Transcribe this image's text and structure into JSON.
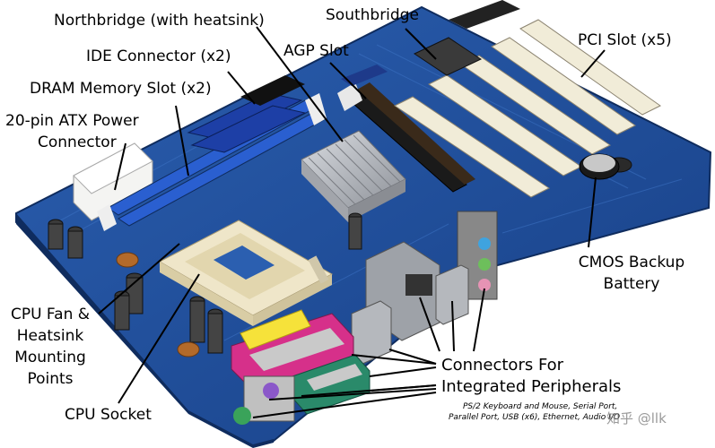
{
  "labels": {
    "northbridge": "Northbridge (with heatsink)",
    "southbridge": "Southbridge",
    "ide": "IDE Connector (x2)",
    "agp": "AGP Slot",
    "pci": "PCI Slot (x5)",
    "dram": "DRAM Memory Slot (x2)",
    "atx_line1": "20-pin ATX Power",
    "atx_line2": "Connector",
    "cmos_line1": "CMOS Backup",
    "cmos_line2": "Battery",
    "cpufan_line1": "CPU Fan &",
    "cpufan_line2": "Heatsink",
    "cpufan_line3": "Mounting",
    "cpufan_line4": "Points",
    "connectors_line1": "Connectors For",
    "connectors_line2": "Integrated Peripherals",
    "connectors_note1": "PS/2 Keyboard and Mouse, Serial Port,",
    "connectors_note2": "Parallel Port, USB (x6), Ethernet, Audio I/O",
    "cpu_socket": "CPU Socket"
  },
  "watermark": "知乎 @llk",
  "colors": {
    "board": "#1f4f9c",
    "board_dark": "#153a78",
    "slot_white": "#f1ecd8",
    "slot_blue": "#2a5fd0",
    "agp": "#1a1a1a",
    "heatsink": "#b9bcc2",
    "socket": "#efe6c9",
    "parallel": "#d6308a",
    "serial": "#2a8a6a",
    "ps2_purple": "#8b58c9",
    "ps2_green": "#3aa35a",
    "audio_blue": "#3fa3df",
    "audio_green": "#6dbf5b",
    "audio_pink": "#e693b4"
  }
}
